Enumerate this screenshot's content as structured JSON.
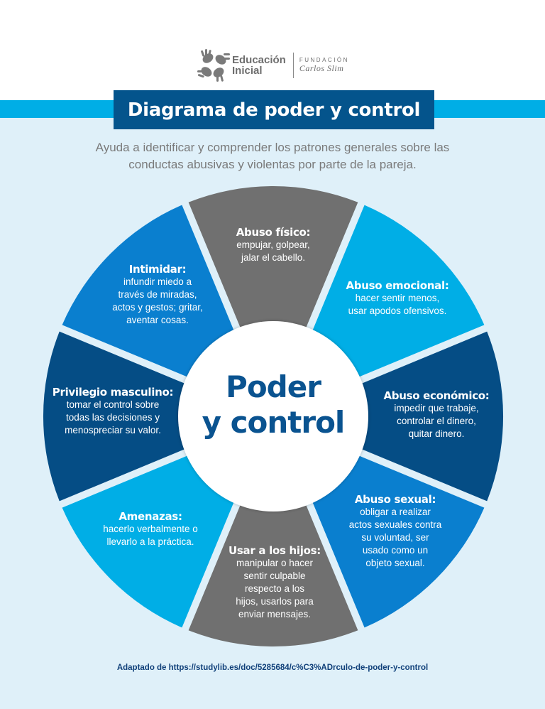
{
  "logo": {
    "line1": "Educación",
    "line2": "Inicial",
    "fundacion": "FUNDACIÓN",
    "carlos_slim": "Carlos Slim"
  },
  "header": {
    "title": "Diagrama de poder y control",
    "subtitle_line1": "Ayuda a identificar y comprender los patrones generales sobre las",
    "subtitle_line2": "conductas abusivas y violentas por parte de la pareja."
  },
  "colors": {
    "background": "#dff0f9",
    "band": "#00aee6",
    "title_box": "#04548c",
    "gray": "#707070",
    "light_blue": "#00aee6",
    "mid_blue": "#0a7fcf",
    "dark_blue": "#054d85",
    "center_text": "#0a5390"
  },
  "center": {
    "line1": "Poder",
    "line2": "y control"
  },
  "segments": [
    {
      "title": "Abuso físico:",
      "lines": [
        "empujar, golpear,",
        "jalar el cabello."
      ]
    },
    {
      "title": "Abuso emocional:",
      "lines": [
        "hacer sentir menos,",
        "usar apodos ofensivos."
      ]
    },
    {
      "title": "Abuso económico:",
      "lines": [
        "impedir que trabaje,",
        "controlar el dinero,",
        "quitar dinero."
      ]
    },
    {
      "title": "Abuso sexual:",
      "lines": [
        "obligar a realizar",
        "actos sexuales contra",
        "su voluntad, ser",
        "usado como un",
        "objeto sexual."
      ]
    },
    {
      "title": "Usar a los hijos:",
      "lines": [
        "manipular o hacer",
        "sentir culpable",
        "respecto a los",
        "hijos, usarlos para",
        "enviar mensajes."
      ]
    },
    {
      "title": "Amenazas:",
      "lines": [
        "hacerlo verbalmente o",
        "llevarlo a la práctica."
      ]
    },
    {
      "title": "Privilegio masculino:",
      "lines": [
        "tomar el control sobre",
        "todas las decisiones y",
        "menospreciar su valor."
      ]
    },
    {
      "title": "Intimidar:",
      "lines": [
        "infundir miedo a",
        "través de miradas,",
        "actos y gestos; gritar,",
        "aventar cosas."
      ]
    }
  ],
  "footer": {
    "source": "Adaptado de https://studylib.es/doc/5285684/c%C3%ADrculo-de-poder-y-control"
  }
}
